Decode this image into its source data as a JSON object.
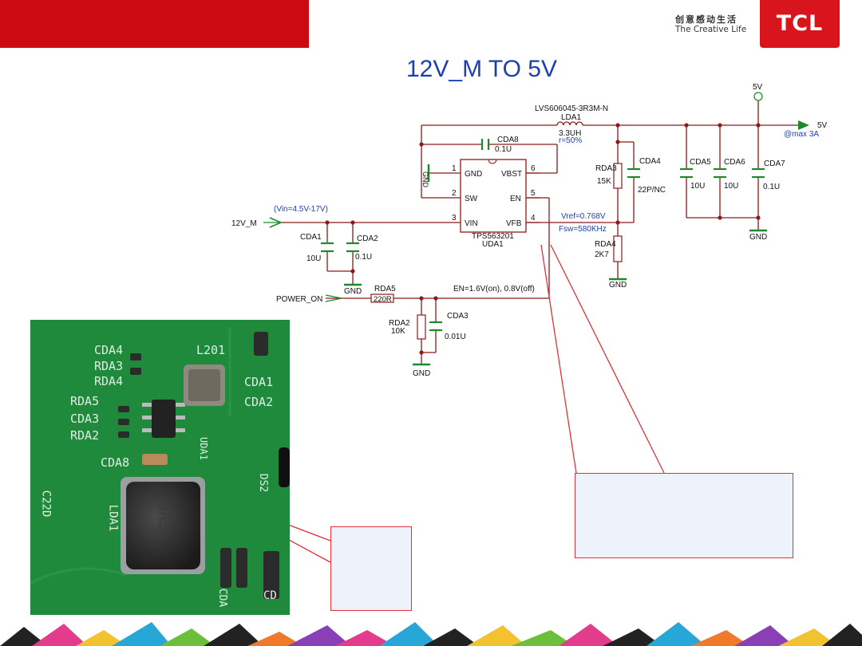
{
  "header": {
    "slogan_cn": "创意感动生活",
    "slogan_en": "The Creative Life",
    "logo_text": "TCL"
  },
  "title": "12V_M TO 5V",
  "schematic": {
    "input_net": "12V_M",
    "vin_range": "(Vin=4.5V-17V)",
    "output_rail_top": "5V",
    "output_net": "5V",
    "output_current": "@max 3A",
    "inductor": {
      "part": "LVS606045-3R3M-N",
      "ref": "LDA1",
      "value": "3.3UH",
      "tolerance": "r=50%"
    },
    "ic": {
      "part": "TPS563201",
      "ref": "UDA1",
      "pins": [
        {
          "num": "1",
          "name": "GND"
        },
        {
          "num": "2",
          "name": "SW"
        },
        {
          "num": "3",
          "name": "VIN"
        },
        {
          "num": "6",
          "name": "VBST"
        },
        {
          "num": "5",
          "name": "EN"
        },
        {
          "num": "4",
          "name": "VFB"
        }
      ]
    },
    "gnd_label": "GND",
    "cda8": {
      "ref": "CDA8",
      "value": "0.1U"
    },
    "cda1": {
      "ref": "CDA1",
      "value": "10U"
    },
    "cda2": {
      "ref": "CDA2",
      "value": "0.1U"
    },
    "cda3": {
      "ref": "CDA3",
      "value": "0.01U"
    },
    "cda4": {
      "ref": "CDA4",
      "value": "22P/NC"
    },
    "cda5": {
      "ref": "CDA5",
      "value": "10U"
    },
    "cda6": {
      "ref": "CDA6",
      "value": "10U"
    },
    "cda7": {
      "ref": "CDA7",
      "value": "0.1U"
    },
    "rda2": {
      "ref": "RDA2",
      "value": "10K"
    },
    "rda3": {
      "ref": "RDA3",
      "value": "15K"
    },
    "rda4": {
      "ref": "RDA4",
      "value": "2K7"
    },
    "rda5": {
      "ref": "RDA5",
      "value": "220R"
    },
    "power_on": "POWER_ON",
    "en_note": "EN=1.6V(on),   0.8V(off)",
    "vref": "Vref=0.768V",
    "fsw": "Fsw=580KHz"
  },
  "photo": {
    "labels": [
      "CDA4",
      "RDA3",
      "RDA4",
      "L201",
      "CDA1",
      "CDA2",
      "RDA5",
      "CDA3",
      "RDA2",
      "UDA1",
      "CDA8",
      "DS2",
      "C22D",
      "LDA1",
      "3R3",
      "CDA",
      "CD"
    ]
  },
  "colors": {
    "header_red": "#cc0a12",
    "title_blue": "#1e3fb0",
    "wire": "#8b1a1a",
    "pcb_green": "#1f8a3c",
    "callout_border": "#e0323a",
    "callout_fill": "#eef2fb"
  }
}
